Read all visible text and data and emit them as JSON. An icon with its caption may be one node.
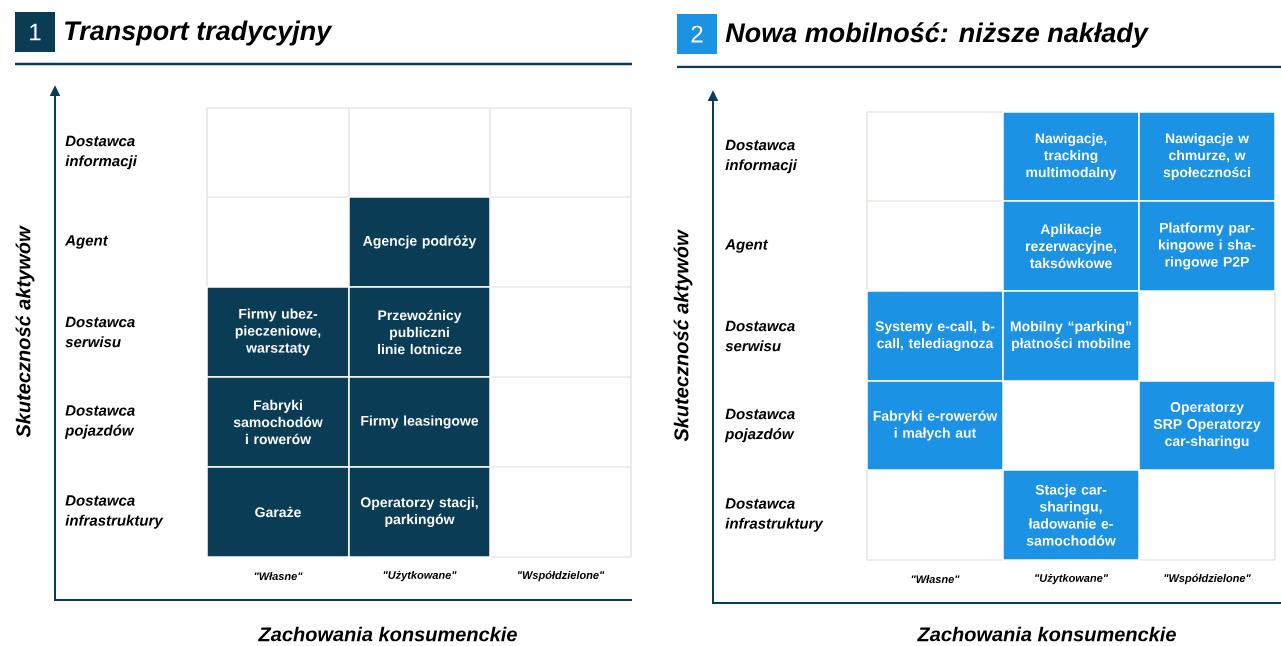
{
  "diagram": {
    "nodes": [
      {
        "text": [
          "1"
        ]
      },
      {
        "text": [
          "Agencje podróży"
        ]
      },
      {
        "text": [
          "Firmy ubez- pieczeniowe, warsztaty"
        ]
      },
      {
        "text": [
          "Przewoźnicy publiczni linie lotnicze"
        ]
      },
      {
        "text": [
          "Fabryki samochodów i rowerów"
        ]
      },
      {
        "text": [
          "Firmy leasingowe"
        ]
      },
      {
        "text": [
          "Garaże"
        ]
      },
      {
        "text": [
          "Operatorzy stacji, parkingów"
        ]
      },
      {
        "text": [
          "2"
        ]
      },
      {
        "text": [
          "Nawigacje, tracking multimodalny"
        ]
      },
      {
        "text": [
          "Nawigacje w chmurze, w społeczności"
        ]
      },
      {
        "text": [
          "Aplikacje rezerwacyjne, taksówkowe"
        ]
      },
      {
        "text": [
          "Platformy par- kingowe i sha- ringowe P2P"
        ]
      },
      {
        "text": [
          "Systemy e-call, b-call, telediagnoza"
        ]
      },
      {
        "text": [
          "Mobilny “parking” płatności mobilne"
        ]
      },
      {
        "text": [
          "Fabryki e-rowerów i małych aut"
        ]
      },
      {
        "text": [
          "Operatorzy SRP Operatorzy car-sharingu"
        ]
      },
      {
        "text": [
          "Stacje car- sharingu, ładowanie e-samochodów"
        ]
      }
    ],
    "labels": [
      "Transport tradycyjny",
      "Dostawca informacji",
      "Agent",
      "Dostawca serwisu",
      "Dostawca pojazdów",
      "Dostawca infrastruktury",
      "\"Własne\"",
      "\"Użytkowane\"",
      "\"Współdzielone\"",
      "Skuteczność aktywów",
      "Zachowania konsumenckie",
      "Nowa mobilność: niższe nakłady",
      "Dostawca informacji",
      "Agent",
      "Dostawca serwisu",
      "Dostawca pojazdów",
      "Dostawca infrastruktury",
      "\"Własne\"",
      "\"Użytkowane\"",
      "\"Współdzielone\"",
      "Skuteczność aktywów",
      "Zachowania konsumenckie"
    ]
  }
}
